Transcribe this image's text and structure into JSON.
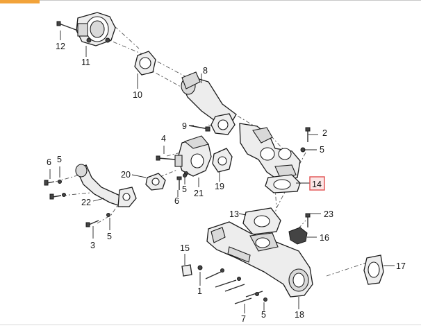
{
  "accent": {
    "tab": "#f2a33a",
    "highlight_stroke": "#e05050",
    "highlight_fill": "#fbe6e6"
  },
  "selected_part": "14",
  "callouts": {
    "p1": "1",
    "p2": "2",
    "p3": "3",
    "p4": "4",
    "p5a": "5",
    "p5b": "5",
    "p5c": "5",
    "p5d": "5",
    "p5e": "5",
    "p6a": "6",
    "p6b": "6",
    "p7": "7",
    "p8": "8",
    "p9": "9",
    "p10": "10",
    "p11": "11",
    "p12": "12",
    "p13": "13",
    "p14": "14",
    "p15": "15",
    "p16": "16",
    "p17": "17",
    "p18": "18",
    "p19": "19",
    "p20": "20",
    "p21": "21",
    "p22": "22",
    "p23": "23"
  }
}
